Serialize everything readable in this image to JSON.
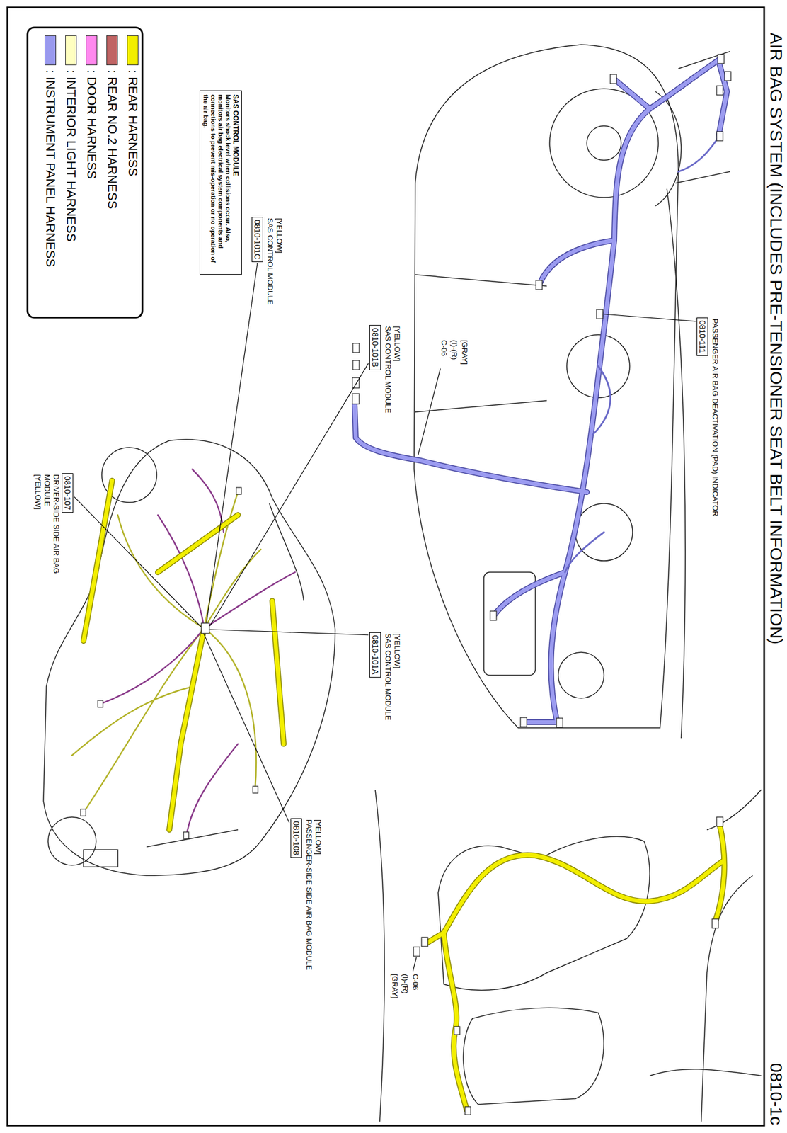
{
  "diagram": {
    "title": "AIR BAG SYSTEM (INCLUDES PRE-TENSIONER SEAT BELT INFORMATION)",
    "nodes": [
      {
        "text": [
          "PASSENGER AIR BAG DEACTIVATION (PAD) INDICATOR",
          "0810-111"
        ]
      },
      {
        "text": [
          "[YELLOW]",
          "SAS CONTROL MODULE",
          "0810-101C"
        ]
      },
      {
        "text": [
          "[YELLOW]",
          "SAS CONTROL MODULE",
          "0810-101B"
        ]
      },
      {
        "text": [
          "[YELLOW]",
          "SAS CONTROL MODULE",
          "0810-101A"
        ]
      },
      {
        "text": [
          "[YELLOW]",
          "PASSENGER-SIDE SIDE AIR BAG MODULE",
          "0810-108"
        ]
      },
      {
        "text": [
          "0810-107",
          "DRIVER-SIDE SIDE AIR BAG MODULE",
          "[YELLOW]"
        ]
      },
      {
        "text": [
          "SAS CONTROL MODULE",
          "Monitors shock level when collisions occur. Also, monitors air bag electrical system components and connections to prevent mis-operation or no operation of the air bag."
        ]
      }
    ],
    "labels": [
      "[GRAY]",
      "(I)-(R)",
      "C-06",
      "C-06",
      "(I)-(R)",
      "[GRAY]",
      "0810-1c"
    ],
    "legend": [
      {
        "text": ": REAR HARNESS",
        "color": "#f2ee00"
      },
      {
        "text": ": REAR NO.2 HARNESS",
        "color": "#c06464"
      },
      {
        "text": ": DOOR HARNESS",
        "color": "#ff88ee"
      },
      {
        "text": ": INTERIOR LIGHT HARNESS",
        "color": "#ffffc0"
      },
      {
        "text": ": INSTRUMENT PANEL HARNESS",
        "color": "#9999ee"
      }
    ]
  }
}
